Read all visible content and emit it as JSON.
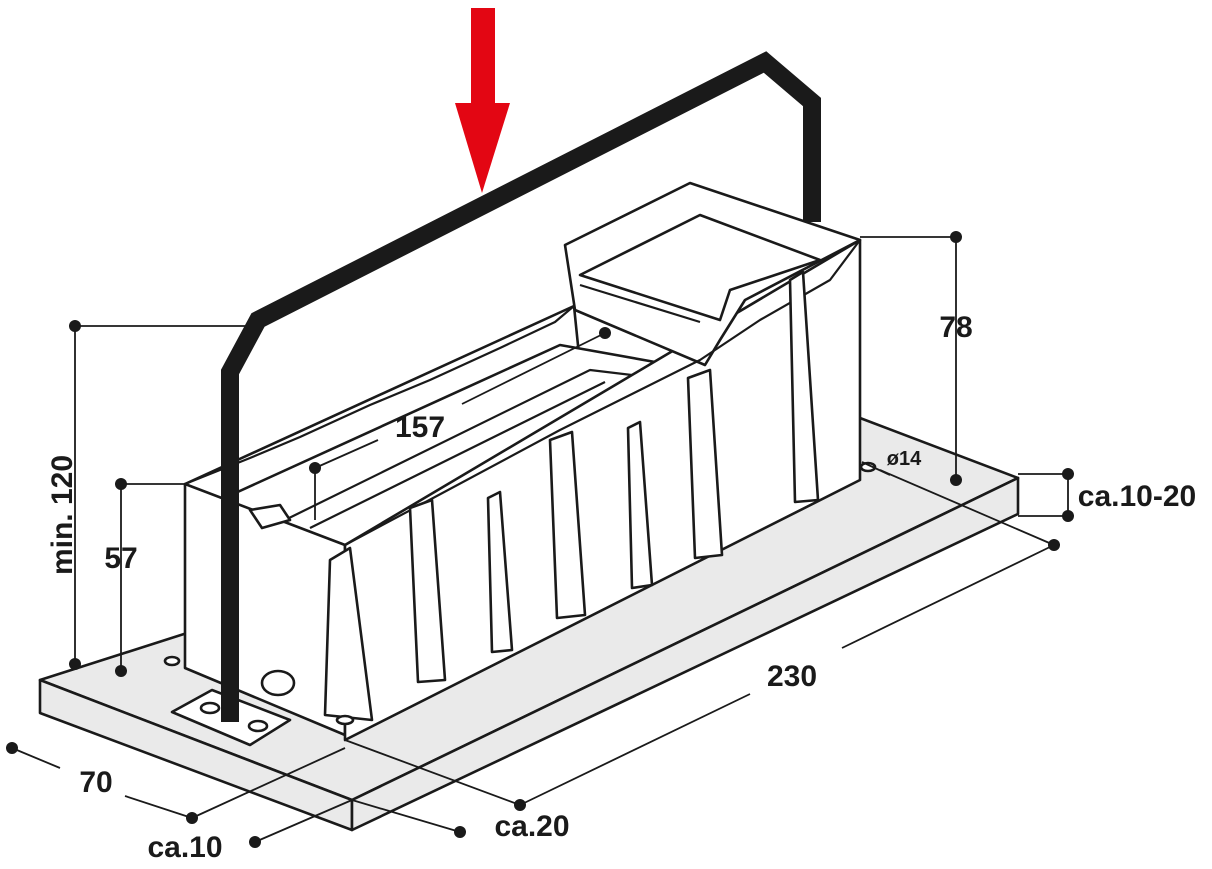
{
  "diagram": {
    "subject": "isometric technical drawing of a plastic step/box on a base plate with a handle",
    "colors": {
      "outline": "#1a1a1a",
      "base_plate": "#eaeaea",
      "body": "#ffffff",
      "handle": "#1a1a1a",
      "arrow": "#e30613"
    },
    "labels": {
      "length_top": "157",
      "height_right": "78",
      "height_min": "min. 120",
      "height_57": "57",
      "diameter": "ø14",
      "plate_thickness": "ca.10-20",
      "length_230": "230",
      "width_70": "70",
      "offset_10": "ca.10",
      "offset_20": "ca.20"
    },
    "icons": {
      "load_arrow": "arrow-down-icon"
    }
  }
}
